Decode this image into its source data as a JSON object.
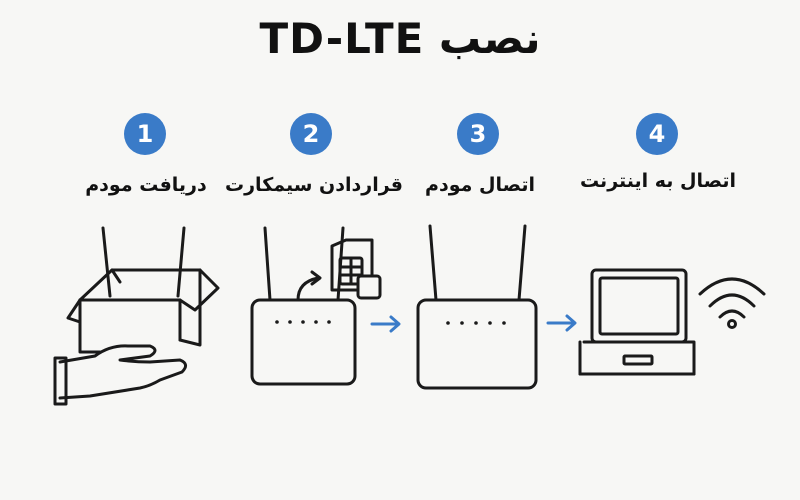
{
  "title": "نصب TD-LTE",
  "accent_color": "#3a7bc8",
  "steps": [
    {
      "number": "1",
      "label": "دریافت مودم",
      "icon": "box-with-router-icon"
    },
    {
      "number": "2",
      "label": "قراردادن سیمکارت",
      "icon": "sim-card-router-icon"
    },
    {
      "number": "3",
      "label": "اتصال مودم",
      "icon": "router-icon"
    },
    {
      "number": "4",
      "label": "اتصال به اینترنت",
      "icon": "laptop-wifi-icon"
    }
  ]
}
